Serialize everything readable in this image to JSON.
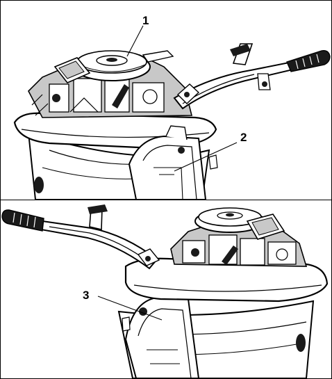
{
  "callouts": {
    "c1": "1",
    "c2": "2",
    "c3": "3"
  },
  "colors": {
    "line": "#000000",
    "fill_light": "#ffffff",
    "fill_mid": "#c8c8c8",
    "fill_dark": "#1a1a1a"
  }
}
